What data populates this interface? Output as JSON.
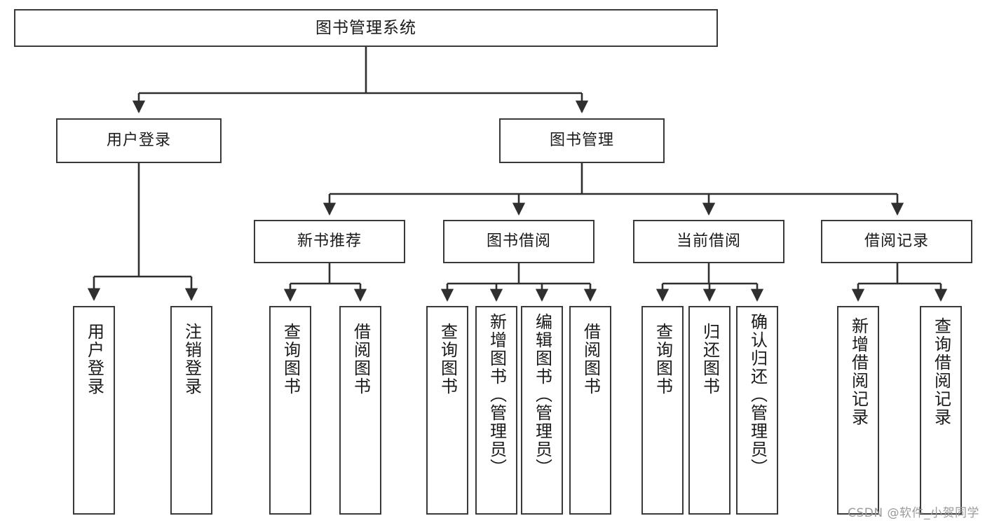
{
  "diagram": {
    "title": "图书管理系统",
    "type": "tree",
    "watermark": "CSDN @软件_小贺同学",
    "colors": {
      "box_border": "#3a3a3a",
      "box_fill": "#ffffff",
      "connector": "#2f2f2f",
      "text": "#1a1a1a",
      "watermark": "#9a9a9a"
    },
    "nodes": {
      "root": {
        "label": "图书管理系统"
      },
      "level2": [
        {
          "label": "用户登录"
        },
        {
          "label": "图书管理"
        }
      ],
      "level3": [
        {
          "label": "新书推荐"
        },
        {
          "label": "图书借阅"
        },
        {
          "label": "当前借阅"
        },
        {
          "label": "借阅记录"
        }
      ],
      "leaves_user_login": [
        {
          "label": "用户登录"
        },
        {
          "label": "注销登录"
        }
      ],
      "leaves_new_book": [
        {
          "label": "查询图书"
        },
        {
          "label": "借阅图书"
        }
      ],
      "leaves_borrow": [
        {
          "label": "查询图书"
        },
        {
          "label": "新增图书（管理员）"
        },
        {
          "label": "编辑图书（管理员）"
        },
        {
          "label": "借阅图书"
        }
      ],
      "leaves_current": [
        {
          "label": "查询图书"
        },
        {
          "label": "归还图书"
        },
        {
          "label": "确认归还（管理员）"
        }
      ],
      "leaves_records": [
        {
          "label": "新增借阅记录"
        },
        {
          "label": "查询借阅记录"
        }
      ]
    }
  }
}
